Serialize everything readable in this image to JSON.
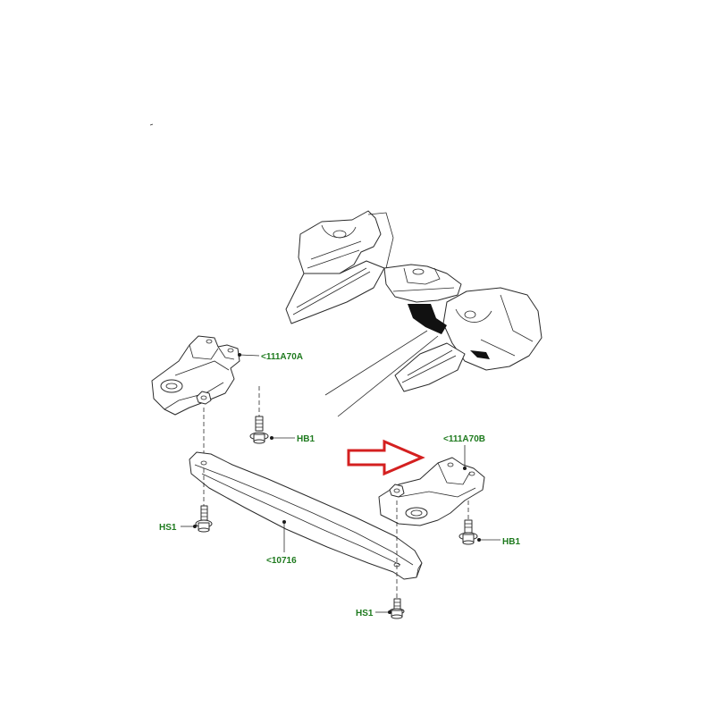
{
  "callouts": {
    "bracket_a": "<111A70A",
    "bracket_b": "<111A70B",
    "bolt_hb1_left": "HB1",
    "bolt_hb1_right": "HB1",
    "bolt_hs1_left": "HS1",
    "bolt_hs1_bottom": "HS1",
    "crossmember": "<10716"
  },
  "colors": {
    "callout_text": "#1e7a1e",
    "highlight_arrow": "#d42020",
    "line_art": "#2b2b2b"
  },
  "icons": {
    "highlight": "red-outline-arrow-right"
  }
}
